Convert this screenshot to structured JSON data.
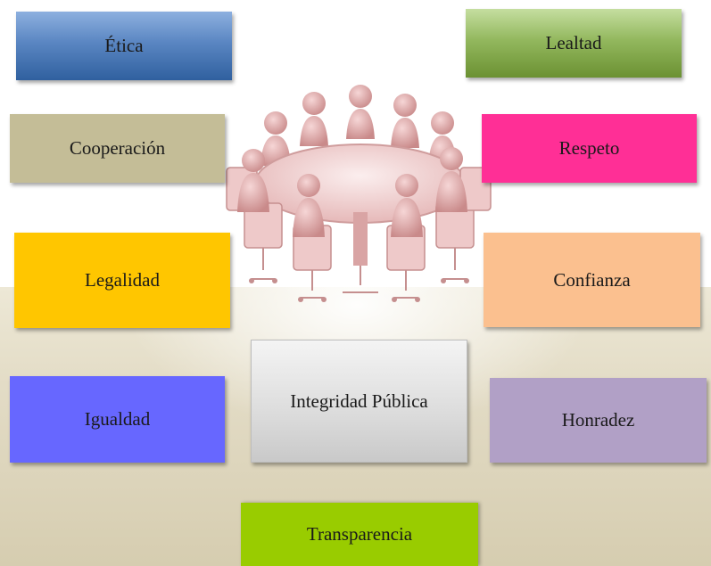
{
  "diagram": {
    "center": "Integridad Pública",
    "values": [
      {
        "id": "etica",
        "label": "Ética",
        "color": "#4a78b8"
      },
      {
        "id": "lealtad",
        "label": "Lealtad",
        "color": "#84a94a"
      },
      {
        "id": "cooperacion",
        "label": "Cooperación",
        "color": "#c4bd97"
      },
      {
        "id": "respeto",
        "label": "Respeto",
        "color": "#ff2f96"
      },
      {
        "id": "legalidad",
        "label": "Legalidad",
        "color": "#ffc600"
      },
      {
        "id": "confianza",
        "label": "Confianza",
        "color": "#fbc08f"
      },
      {
        "id": "igualdad",
        "label": "Igualdad",
        "color": "#6767ff"
      },
      {
        "id": "honradez",
        "label": "Honradez",
        "color": "#b1a0c6"
      },
      {
        "id": "transparencia",
        "label": "Transparencia",
        "color": "#99cc00"
      }
    ]
  },
  "illustration": {
    "subject": "figures-round-table-meeting",
    "color": "#e1a9a9"
  }
}
